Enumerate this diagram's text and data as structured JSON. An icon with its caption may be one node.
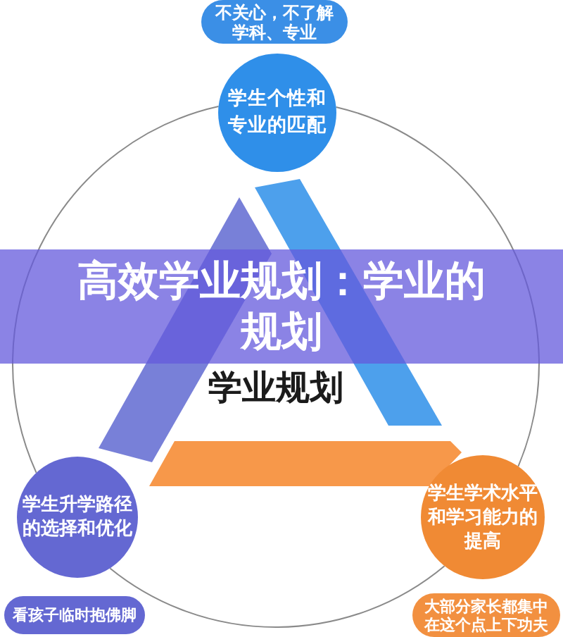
{
  "diagram": {
    "title": "高效学业规划：学业的规划",
    "nodes": [
      {
        "text": [
          "不关心，不了解学科、专业"
        ]
      },
      {
        "text": [
          "学生个性和专业的匹配"
        ]
      },
      {
        "text": [
          "学生升学路径的选择和优化"
        ]
      },
      {
        "text": [
          "学生学术水平和学习能力的提高"
        ]
      },
      {
        "text": [
          "看孩子临时抱佛脚"
        ]
      },
      {
        "text": [
          "大部分家长都集中在这个点上下功夫"
        ]
      }
    ],
    "edges": [
      {
        "from": 1,
        "to": 2,
        "arrow": "none"
      },
      {
        "from": 2,
        "to": 3,
        "arrow": "none"
      },
      {
        "from": 3,
        "to": 1,
        "arrow": "none"
      }
    ],
    "labels": [
      "学业规划"
    ]
  }
}
